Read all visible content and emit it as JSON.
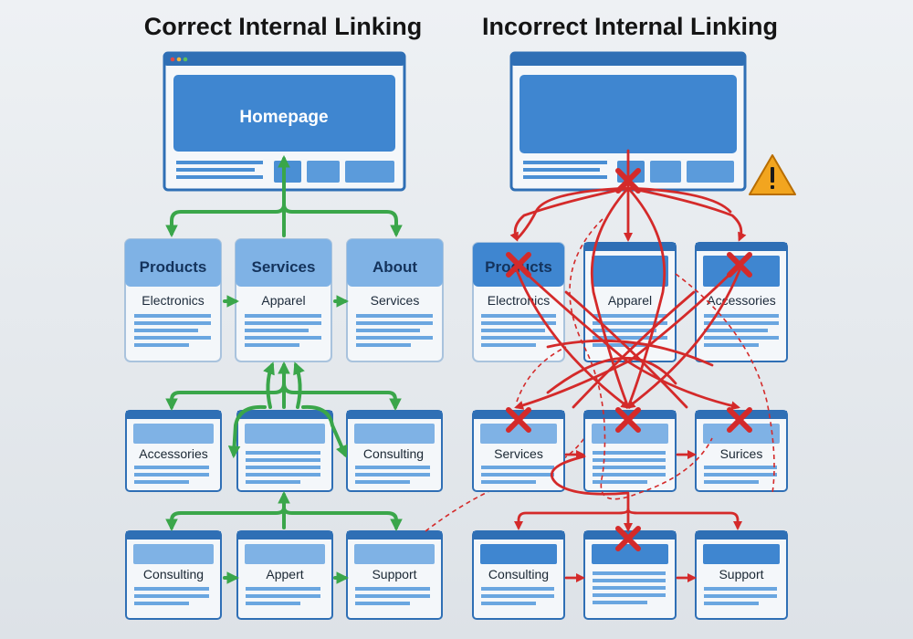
{
  "titles": {
    "correct": "Correct Internal Linking",
    "incorrect": "Incorrect Internal Linking"
  },
  "correct": {
    "homepage_label": "Homepage",
    "tier1": [
      {
        "header": "Products",
        "sub": "Electronics"
      },
      {
        "header": "Services",
        "sub": "Apparel"
      },
      {
        "header": "About",
        "sub": "Services"
      }
    ],
    "tier2": [
      "Accessories",
      "",
      "Consulting"
    ],
    "tier3": [
      "Consulting",
      "Appert",
      "Support"
    ]
  },
  "incorrect": {
    "tier1": [
      {
        "header": "Products",
        "sub": "Electronics"
      },
      {
        "header": "",
        "sub": "Apparel"
      },
      {
        "header": "",
        "sub": "Accessories"
      }
    ],
    "tier2": [
      "Services",
      "",
      "Surices"
    ],
    "tier3": [
      "Consulting",
      "",
      "Support"
    ]
  },
  "colors": {
    "green": "#3aa64a",
    "red": "#d42a2a",
    "blue": "#3f86d0",
    "warning": "#f2a51f"
  },
  "icons": [
    "warning-icon",
    "x-mark-icon"
  ]
}
